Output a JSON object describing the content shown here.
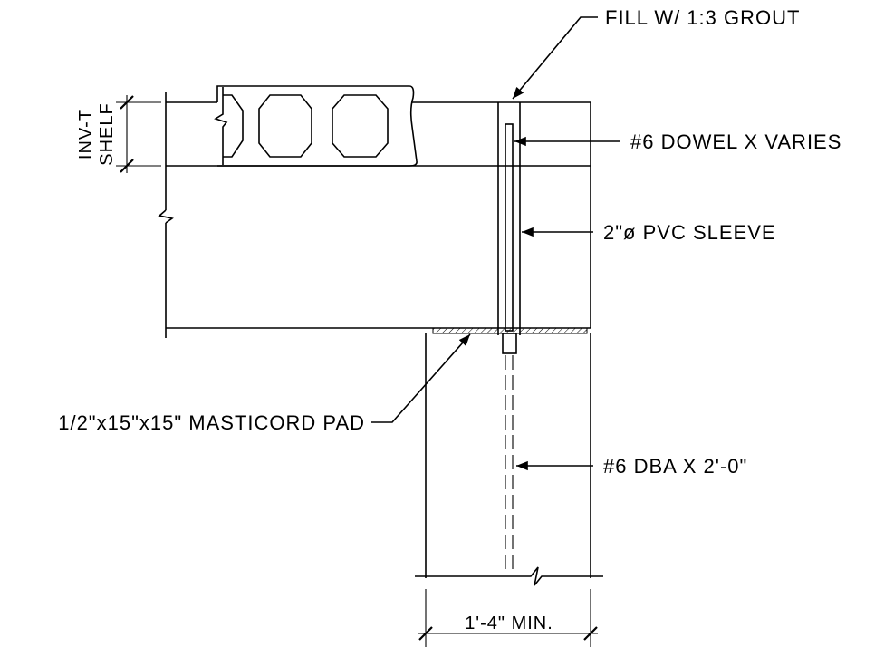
{
  "labels": {
    "grout": "FILL W/ 1:3 GROUT",
    "dowel": "#6 DOWEL X VARIES",
    "sleeve": "2\"ø PVC SLEEVE",
    "pad": "1/2\"x15\"x15\" MASTICORD PAD",
    "dba": "#6 DBA X 2'-0\"",
    "width_dim": "1'-4\" MIN.",
    "shelf_line1": "INV-T",
    "shelf_line2": "SHELF"
  }
}
